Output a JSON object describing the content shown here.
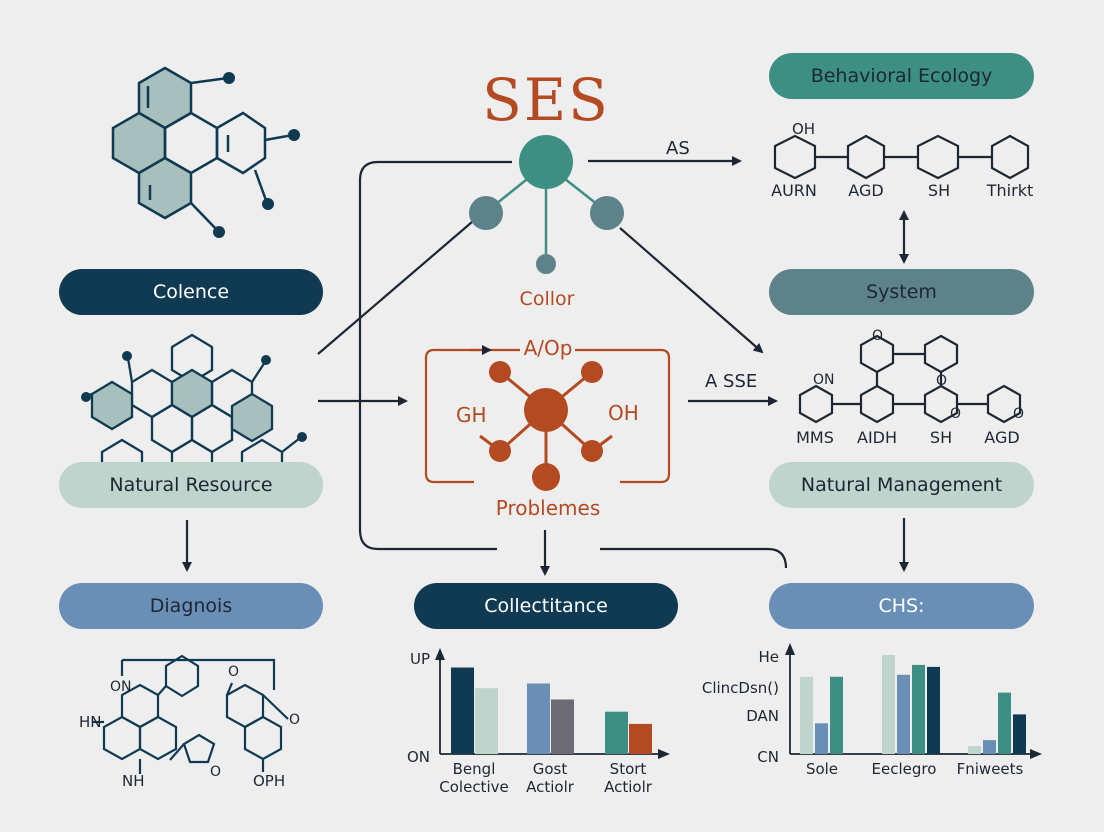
{
  "title": "SES",
  "colors": {
    "navy": "#103a52",
    "teal": "#3d8f84",
    "slate": "#5e8289",
    "blue": "#6a8fb6",
    "pale": "#bfd4cd",
    "orange": "#b34a22",
    "line": "#1d2733"
  },
  "pills": {
    "colence": "Colence",
    "natural_resource": "Natural Resource",
    "diagnois": "Diagnois",
    "collectitance": "Collectitance",
    "behavioral_ecology": "Behavioral Ecology",
    "system": "System",
    "natural_management": "Natural Management",
    "chs": "CHS:"
  },
  "center": {
    "hub_label": "Collor",
    "box_title": "A/Op",
    "box_left": "GH",
    "box_right": "OH",
    "box_bottom": "Problemes"
  },
  "arrows": {
    "top_right": "AS",
    "mid_right": "A SSE"
  },
  "molecules": {
    "top_row": [
      "AURN",
      "AGD",
      "SH",
      "Thirkt"
    ],
    "top_oh": "OH",
    "mid_row": [
      "MMS",
      "AIDH",
      "SH",
      "AGD"
    ],
    "mid_on": "ON",
    "mid_o": [
      "O",
      "O",
      "O",
      "O"
    ],
    "bottom_left": {
      "on": "ON",
      "hn": "HN",
      "nh": "NH",
      "oph": "OPH",
      "o": [
        "O",
        "O",
        "O"
      ]
    }
  },
  "chart_data": [
    {
      "type": "bar",
      "yticks": [
        "UP",
        "ON"
      ],
      "categories": [
        "Bengl Colective",
        "Gost Actiolr",
        "Stort Actiolr"
      ],
      "series": [
        {
          "color": "#103a52",
          "values": [
            92,
            0,
            0
          ]
        },
        {
          "color": "#bfd4cd",
          "values": [
            70,
            0,
            0
          ]
        },
        {
          "color": "#6a8fb6",
          "values": [
            0,
            75,
            0
          ]
        },
        {
          "color": "#6d6b73",
          "values": [
            0,
            58,
            0
          ]
        },
        {
          "color": "#3d8f84",
          "values": [
            0,
            0,
            45
          ]
        },
        {
          "color": "#b34a22",
          "values": [
            0,
            0,
            32
          ]
        }
      ],
      "ylim": [
        0,
        100
      ]
    },
    {
      "type": "bar",
      "yticks": [
        "He",
        "ClincDsn()",
        "DAN",
        "CN"
      ],
      "categories": [
        "Sole",
        "Eeclegro",
        "Fniweets"
      ],
      "series": [
        {
          "color": "#bfd4cd",
          "values": [
            78,
            100,
            8
          ]
        },
        {
          "color": "#6a8fb6",
          "values": [
            31,
            80,
            14
          ]
        },
        {
          "color": "#3d8f84",
          "values": [
            78,
            90,
            62
          ]
        },
        {
          "color": "#103a52",
          "values": [
            0,
            88,
            40
          ]
        }
      ],
      "ylim": [
        0,
        100
      ]
    }
  ]
}
